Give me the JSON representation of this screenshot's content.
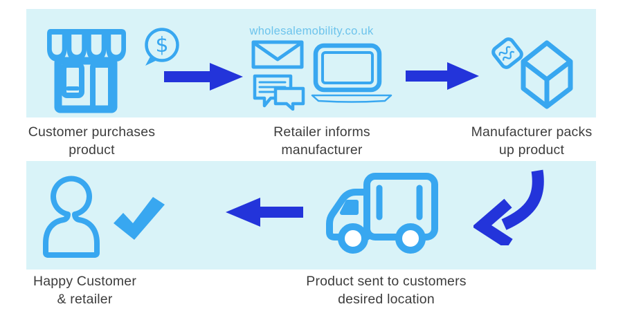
{
  "colors": {
    "band_background": "#d9f3f8",
    "icon_blue": "#38a7f0",
    "arrow_blue": "#2334da",
    "watermark_blue": "#6cc3ec",
    "label_gray": "#3c3c3c",
    "page_background": "#ffffff"
  },
  "watermark": {
    "text": "wholesalemobility.co.uk"
  },
  "money_bubble": {
    "symbol": "$"
  },
  "steps": [
    {
      "id": "customer-purchases",
      "line1": "Customer purchases",
      "line2": "product",
      "icons": [
        "storefront-icon",
        "money-speech-bubble-icon"
      ]
    },
    {
      "id": "retailer-informs",
      "line1": "Retailer informs",
      "line2": "manufacturer",
      "icons": [
        "envelope-icon",
        "chat-bubbles-icon",
        "laptop-icon"
      ]
    },
    {
      "id": "manufacturer-packs",
      "line1": "Manufacturer packs",
      "line2": "up product",
      "icons": [
        "shipping-tag-icon",
        "box-icon"
      ]
    },
    {
      "id": "product-sent",
      "line1": "Product sent to customers",
      "line2": "desired location",
      "icons": [
        "delivery-truck-icon"
      ]
    },
    {
      "id": "happy-customer",
      "line1": "Happy Customer",
      "line2": "& retailer",
      "icons": [
        "person-icon",
        "checkmark-icon"
      ]
    }
  ],
  "connectors": [
    {
      "id": "arrow-1",
      "type": "right-arrow"
    },
    {
      "id": "arrow-2",
      "type": "right-arrow"
    },
    {
      "id": "arrow-3",
      "type": "curved-down-left-arrow"
    },
    {
      "id": "arrow-4",
      "type": "left-arrow"
    }
  ]
}
